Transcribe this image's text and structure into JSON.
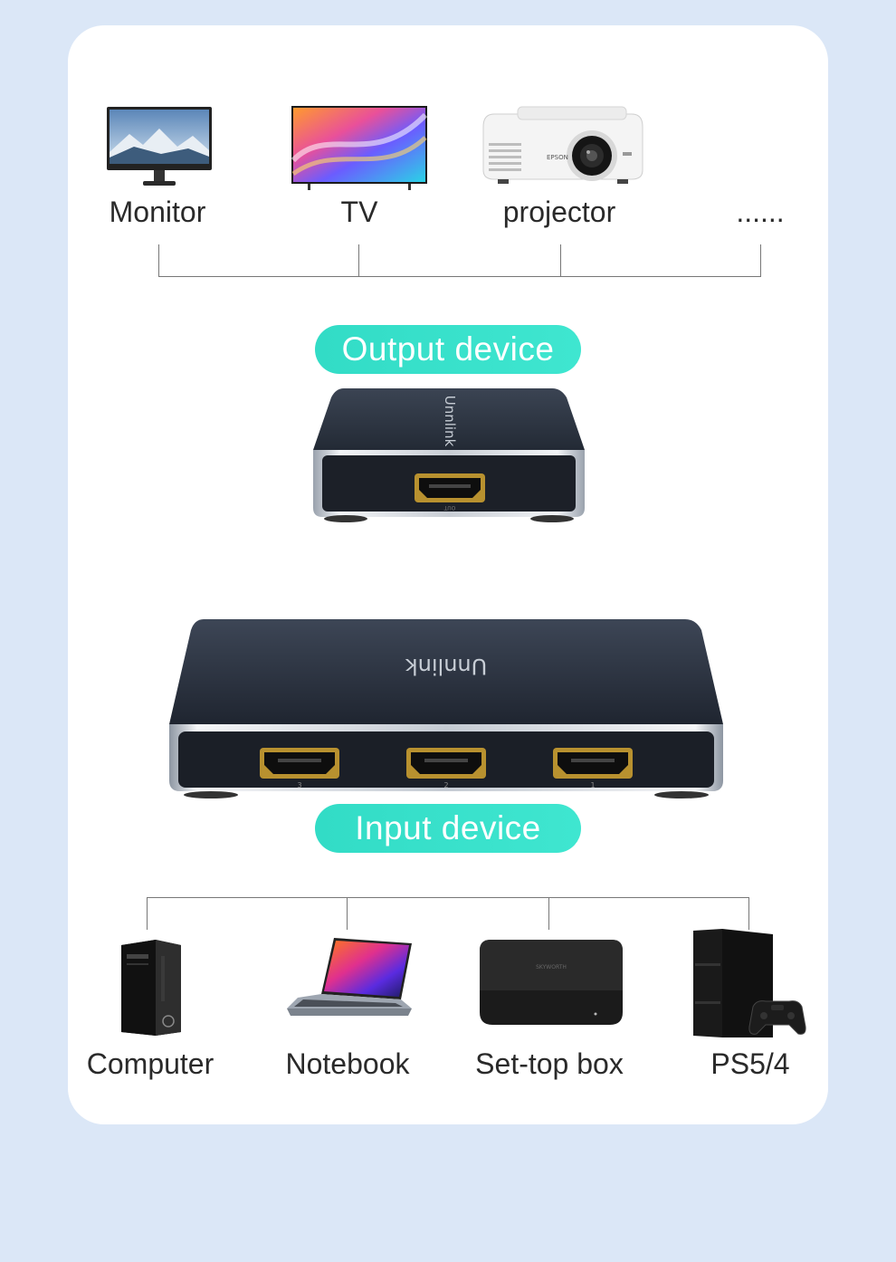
{
  "output_devices": [
    {
      "label": "Monitor",
      "icon": "monitor-icon"
    },
    {
      "label": "TV",
      "icon": "tv-icon"
    },
    {
      "label": "projector",
      "icon": "projector-icon"
    },
    {
      "label": "......"
    }
  ],
  "output_badge": "Output device",
  "input_badge": "Input device",
  "switch": {
    "brand": "Unnlink",
    "out_port_label": "OUT",
    "port_labels": [
      "3",
      "2",
      "1"
    ]
  },
  "projector_brand": "EPSON",
  "settop_brand": "SKYWORTH",
  "input_devices": [
    {
      "label": "Computer",
      "icon": "computer-tower-icon"
    },
    {
      "label": "Notebook",
      "icon": "notebook-icon"
    },
    {
      "label": "Set-top box",
      "icon": "set-top-box-icon"
    },
    {
      "label": "PS5/4",
      "icon": "game-console-icon"
    }
  ],
  "colors": {
    "badge": "#3fe0cb",
    "background": "#dbe7f7",
    "card": "#ffffff"
  }
}
